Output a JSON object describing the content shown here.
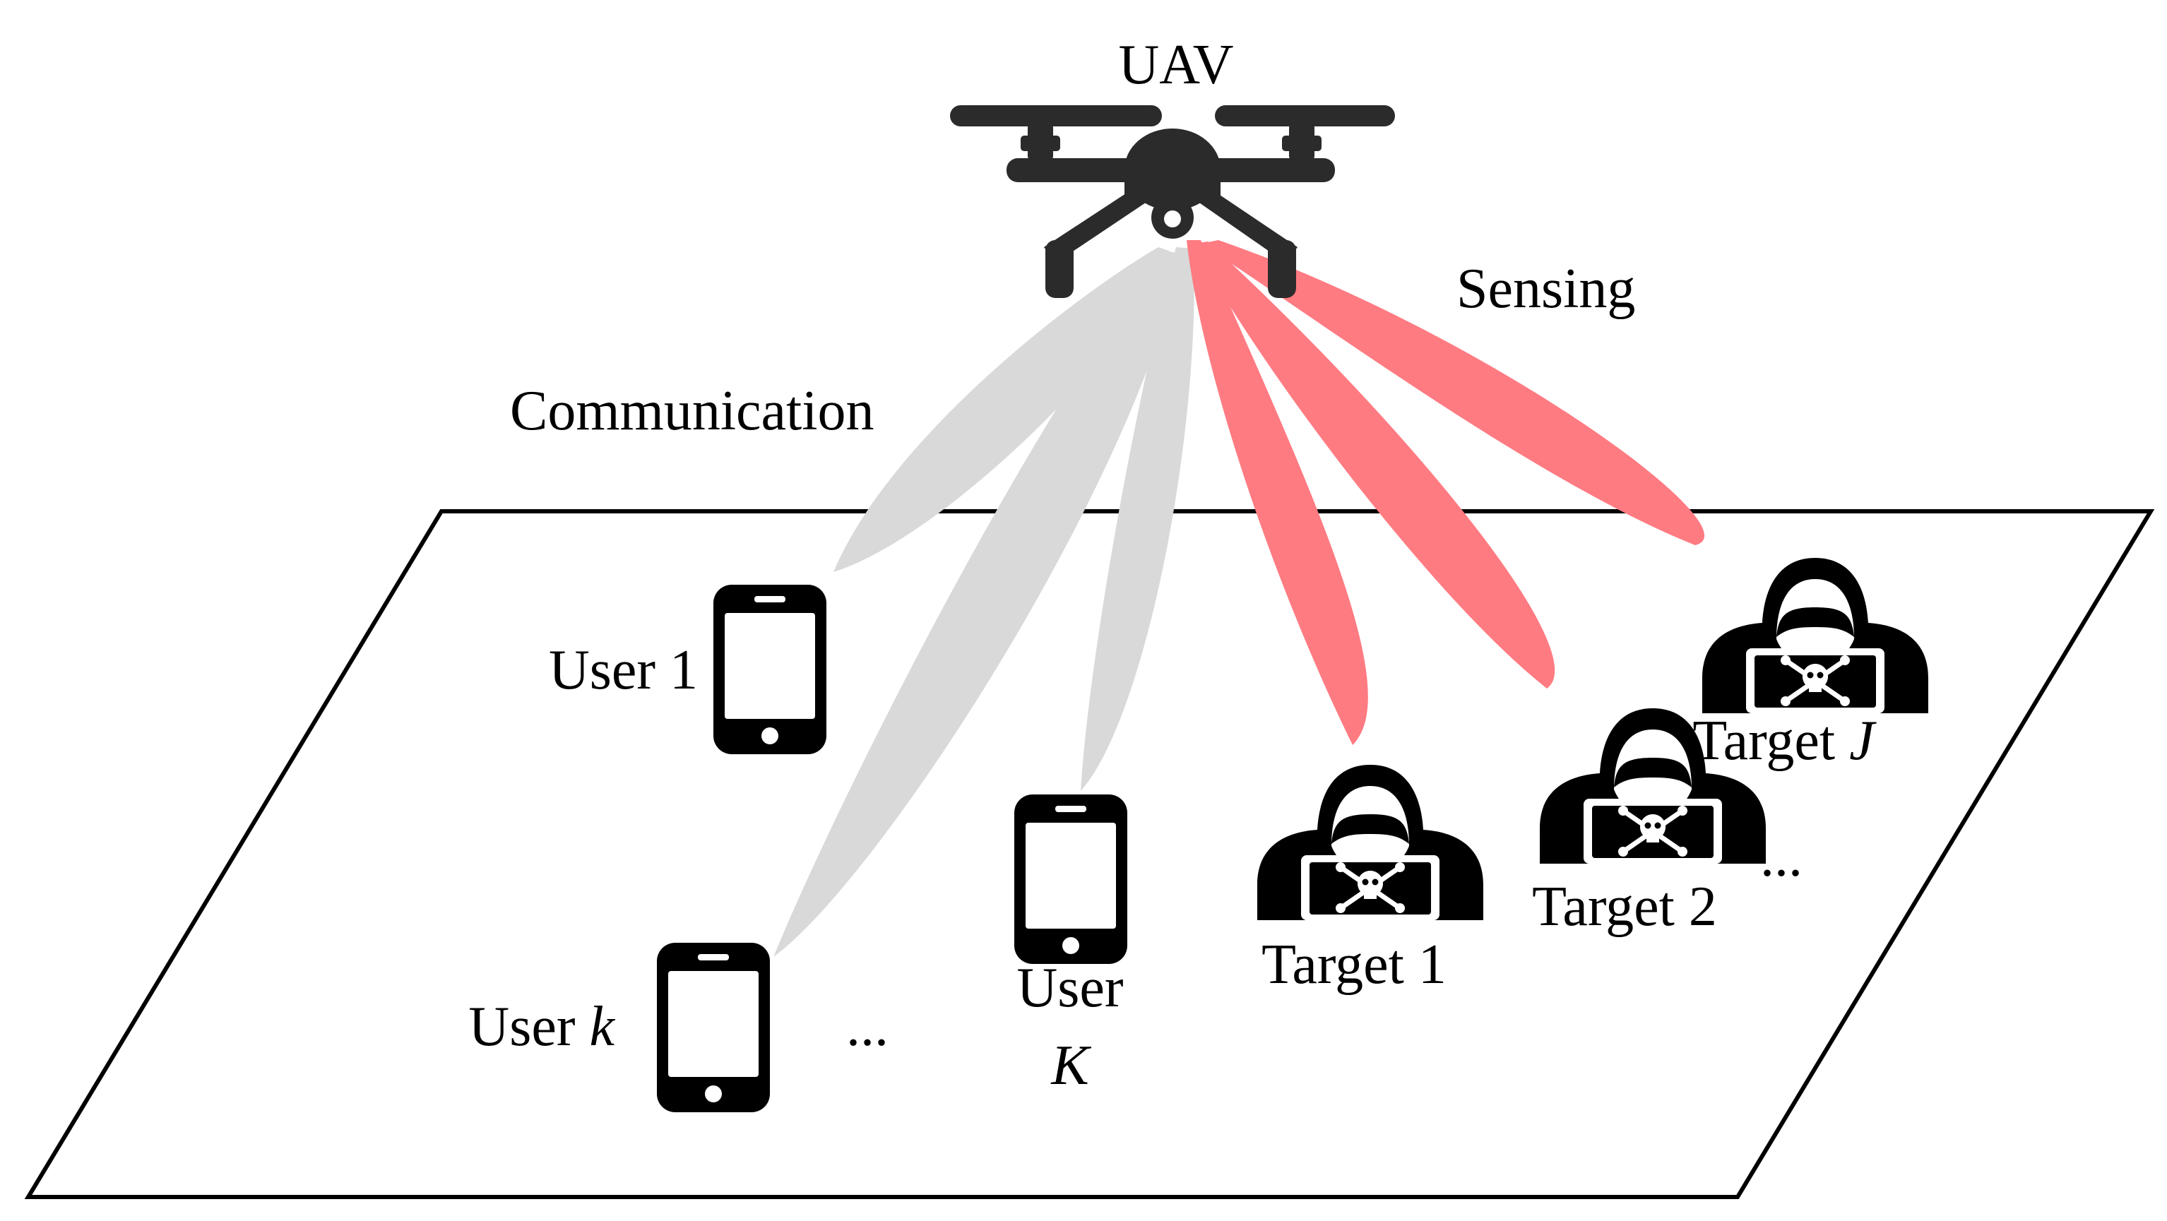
{
  "uav": {
    "label": "UAV"
  },
  "links": {
    "communication_label": "Communication",
    "sensing_label": "Sensing"
  },
  "users": [
    {
      "name": "User 1"
    },
    {
      "prefix": "User ",
      "index": "k"
    },
    {
      "prefix": "User",
      "index": "K"
    }
  ],
  "targets": [
    {
      "name": "Target 1"
    },
    {
      "name": "Target 2"
    },
    {
      "prefix": "Target ",
      "index": "J"
    }
  ],
  "ellipsis": "...",
  "colors": {
    "uav_body": "#2b2b2b",
    "communication_beam": "#d9d9d9",
    "sensing_beam": "#ff7b82",
    "icon": "#000000",
    "ground_outline": "#000000"
  },
  "icons": {
    "uav": "drone-icon",
    "user_device": "smartphone-icon",
    "target": "hooded-hacker-icon"
  }
}
